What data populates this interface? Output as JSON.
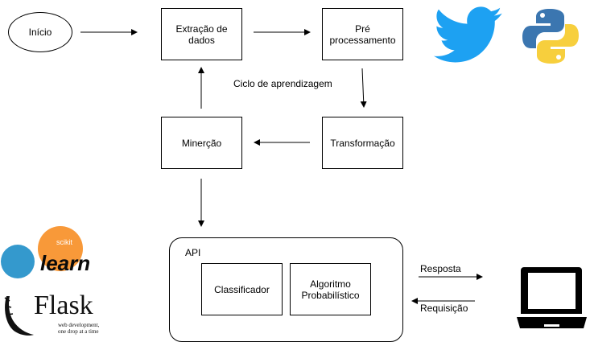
{
  "nodes": {
    "inicio": "Início",
    "extracao": "Extração de\ndados",
    "pre": "Pré\nprocessamento",
    "transformacao": "Transformação",
    "mineracao": "Minerção",
    "api": "API",
    "classificador": "Classificador",
    "algoritmo": "Algoritmo\nProbabilístico"
  },
  "labels": {
    "ciclo": "Ciclo de aprendizagem",
    "resposta": "Resposta",
    "requisicao": "Requisição"
  },
  "logos": {
    "scikit_small": "scikit",
    "scikit_big": "learn",
    "flask_title": "Flask",
    "flask_tag1": "web development,",
    "flask_tag2": "one drop at a time"
  },
  "icons": [
    "twitter-icon",
    "python-icon",
    "scikit-learn-logo",
    "flask-logo",
    "laptop-icon"
  ],
  "colors": {
    "twitter": "#1da1f2",
    "python_blue": "#3b76b0",
    "python_yellow": "#f7cf3d",
    "scikit_orange": "#f89939",
    "scikit_blue": "#3499cd"
  }
}
